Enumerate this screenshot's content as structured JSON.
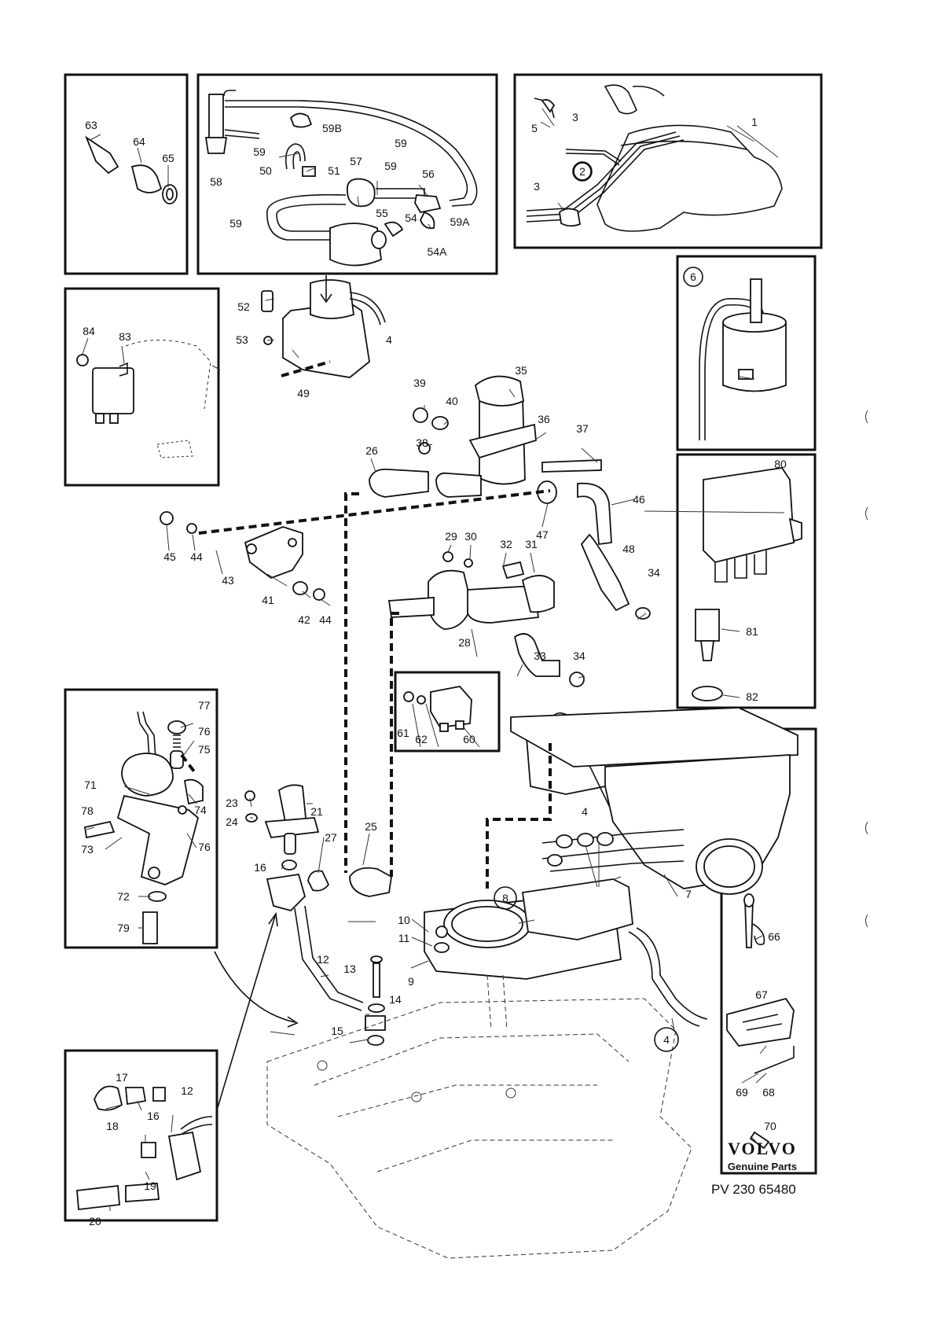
{
  "brand": {
    "logo": "VOLVO",
    "subtitle": "Genuine Parts"
  },
  "reference": "PV 230 65480",
  "labels": {
    "l1": "1",
    "l2": "2",
    "l3": "3",
    "l4": "4",
    "l5": "5",
    "l6": "6",
    "l7": "7",
    "l8": "8",
    "l9": "9",
    "l10": "10",
    "l11": "11",
    "l12": "12",
    "l13": "13",
    "l14": "14",
    "l15": "15",
    "l16": "16",
    "l17": "17",
    "l18": "18",
    "l19": "19",
    "l20": "20",
    "l21": "21",
    "l23": "23",
    "l24": "24",
    "l25": "25",
    "l26": "26",
    "l27": "27",
    "l28": "28",
    "l29": "29",
    "l30": "30",
    "l31": "31",
    "l32": "32",
    "l33": "33",
    "l34": "34",
    "l35": "35",
    "l36": "36",
    "l37": "37",
    "l38": "38",
    "l39": "39",
    "l40": "40",
    "l41": "41",
    "l42": "42",
    "l43": "43",
    "l44": "44",
    "l45": "45",
    "l46": "46",
    "l47": "47",
    "l48": "48",
    "l49": "49",
    "l50": "50",
    "l51": "51",
    "l52": "52",
    "l53": "53",
    "l54": "54",
    "l54a": "54A",
    "l55": "55",
    "l56": "56",
    "l57": "57",
    "l58": "58",
    "l59": "59",
    "l59a": "59A",
    "l59b": "59B",
    "l60": "60",
    "l61": "61",
    "l62": "62",
    "l63": "63",
    "l64": "64",
    "l65": "65",
    "l66": "66",
    "l67": "67",
    "l68": "68",
    "l69": "69",
    "l70": "70",
    "l71": "71",
    "l72": "72",
    "l73": "73",
    "l74": "74",
    "l75": "75",
    "l76": "76",
    "l77": "77",
    "l78": "78",
    "l79": "79",
    "l80": "80",
    "l81": "81",
    "l82": "82",
    "l83": "83",
    "l84": "84"
  }
}
